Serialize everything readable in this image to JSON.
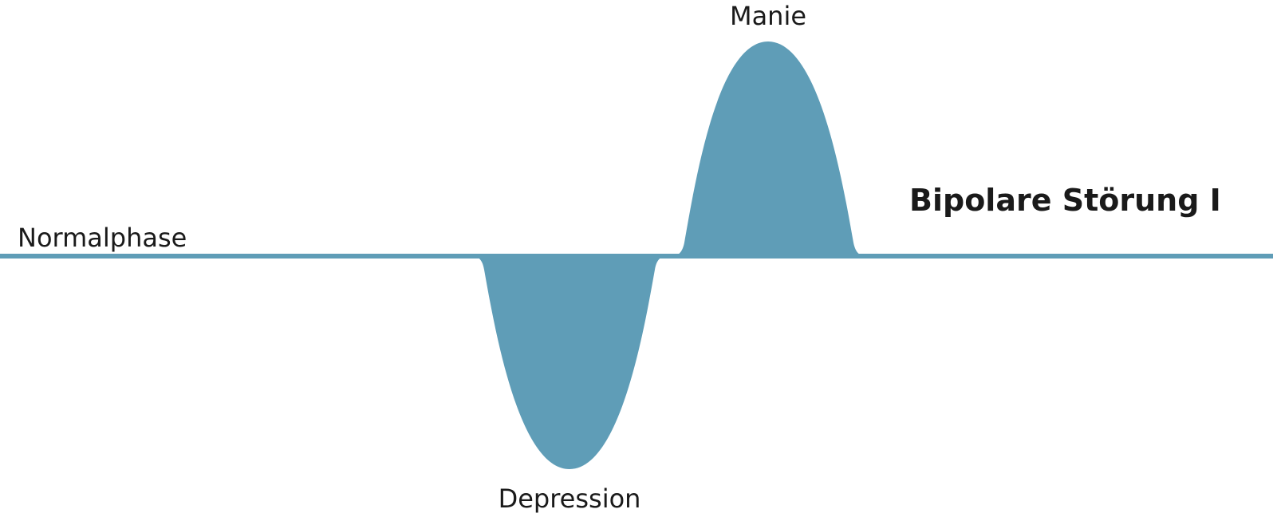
{
  "labels": {
    "title": "Bipolare Störung I",
    "normal": "Normalphase",
    "mania": "Manie",
    "depression": "Depression"
  },
  "colors": {
    "fill": "#5f9db7",
    "text": "#1a1a1a",
    "background": "#ffffff"
  }
}
